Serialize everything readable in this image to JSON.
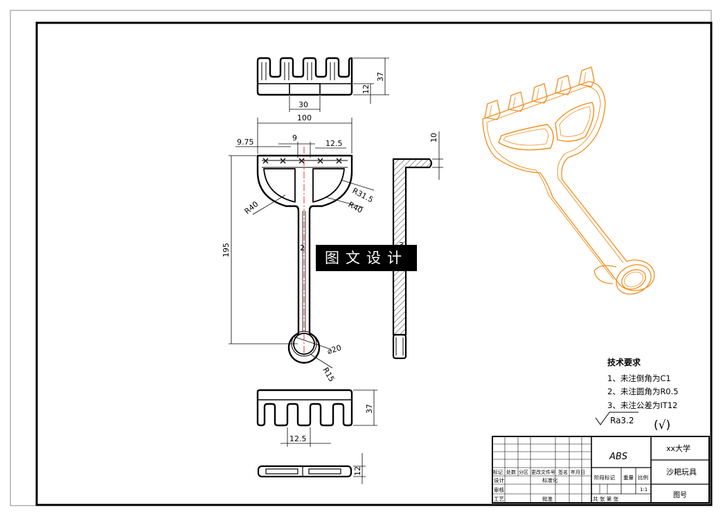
{
  "dimensions": {
    "top_width": "30",
    "top_height": "37",
    "top_thickness": "12",
    "overall_width": "100",
    "edge_offset": "9.75",
    "slot_width": "9",
    "slot_pitch": "12.5",
    "radius_outer_left": "R40",
    "radius_outer_right": "R40",
    "radius_inner": "R31.5",
    "handle_length": "195",
    "handle_width": "2",
    "ring_diameter": "⌀20",
    "ring_radius": "R15",
    "side_top": "10",
    "side_mid": "3",
    "bottom_pitch": "12.5",
    "bottom_height": "37",
    "bottom_thickness": "12"
  },
  "watermark": "图文设计",
  "tech_requirements": {
    "title": "技术要求",
    "items": [
      "1、未注倒角为C1",
      "2、未注圆角为R0.5",
      "3、未注公差为IT12"
    ],
    "roughness": "Ra3.2",
    "roughness_other": "(√)"
  },
  "title_block": {
    "material": "ABS",
    "school": "xx大学",
    "part_name": "沙耙玩具",
    "drawing_no_label": "图号",
    "scale_value": "1:1",
    "headers": [
      "标记",
      "处数",
      "分区",
      "更改文件号",
      "签名",
      "年月日"
    ],
    "row_design": "设计",
    "row_standard": "标准化",
    "row_check": "审核",
    "row_craft": "工艺",
    "row_approve": "批准",
    "stage_label": "阶段标记",
    "weight_label": "重量",
    "scale_label": "比例",
    "sheets_label": "共  张 第  张"
  }
}
